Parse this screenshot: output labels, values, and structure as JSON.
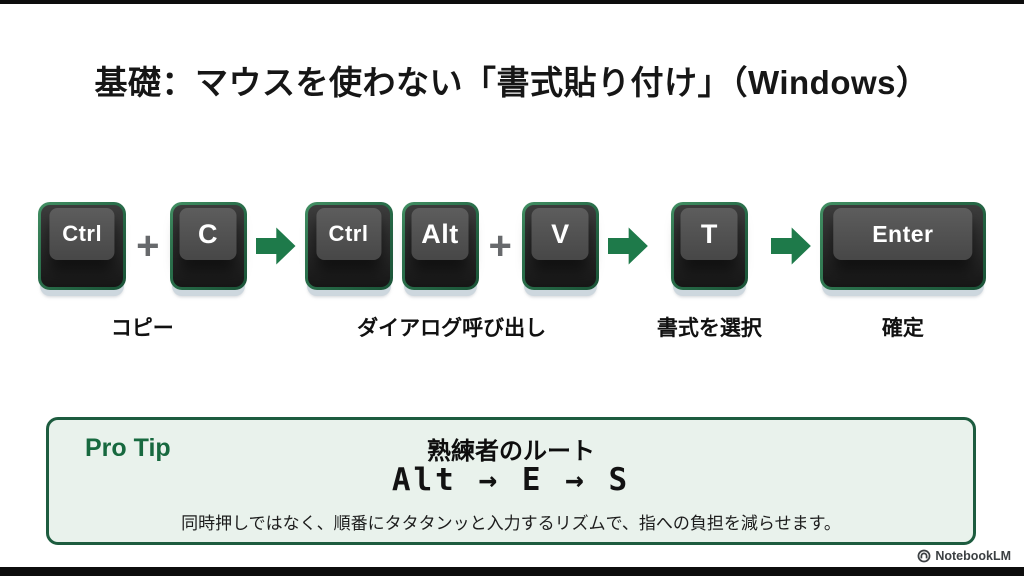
{
  "title": "基礎：マウスを使わない「書式貼り付け」（Windows）",
  "flow": {
    "groups": [
      {
        "keys": [
          "Ctrl",
          "C"
        ],
        "joiner": "+",
        "label": "コピー"
      },
      {
        "keys": [
          "Ctrl",
          "Alt",
          "V"
        ],
        "joiner": "+",
        "label": "ダイアログ呼び出し"
      },
      {
        "keys": [
          "T"
        ],
        "label": "書式を選択"
      },
      {
        "keys": [
          "Enter"
        ],
        "label": "確定"
      }
    ]
  },
  "protip": {
    "badge": "Pro Tip",
    "heading": "熟練者のルート",
    "sequence": "Alt → E → S",
    "description": "同時押しではなく、順番にタタタンッと入力するリズムで、指への負担を減らせます。"
  },
  "footer": {
    "brand": "NotebookLM"
  },
  "colors": {
    "accent_green": "#1e7a4a",
    "border_green": "#1d5c3f",
    "protip_bg": "#e9f2ec",
    "key_base": "#cdd7de"
  }
}
